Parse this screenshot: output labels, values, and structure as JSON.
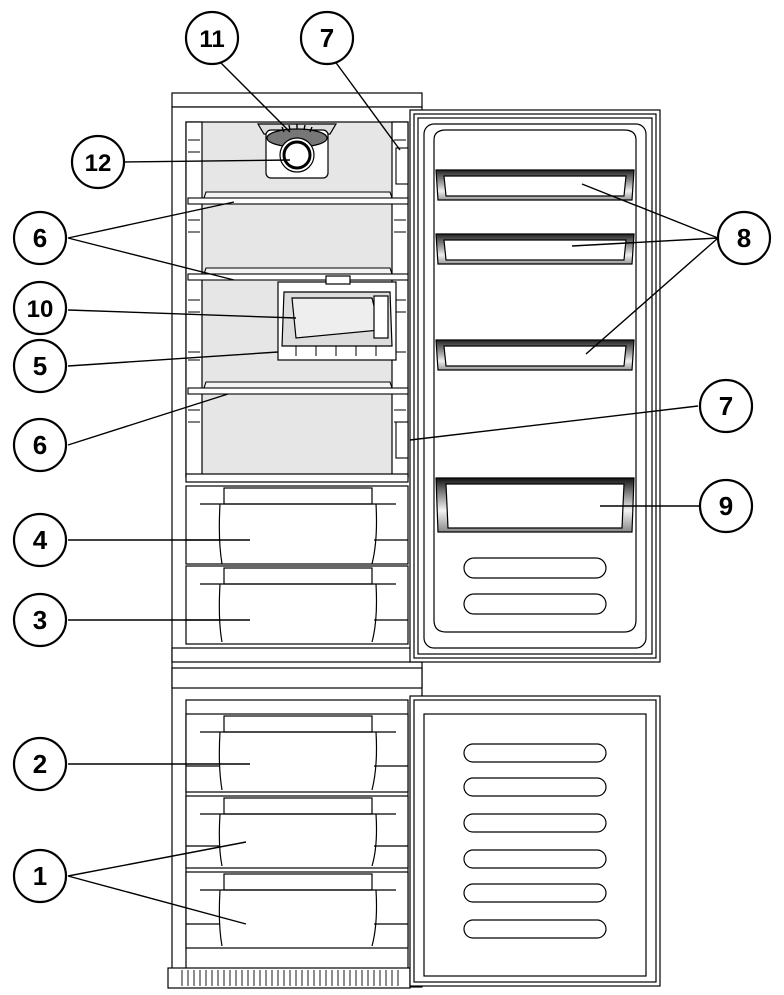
{
  "callouts": [
    {
      "id": "c1",
      "label": "1"
    },
    {
      "id": "c2",
      "label": "2"
    },
    {
      "id": "c3",
      "label": "3"
    },
    {
      "id": "c4",
      "label": "4"
    },
    {
      "id": "c5",
      "label": "5"
    },
    {
      "id": "c6a",
      "label": "6"
    },
    {
      "id": "c6b",
      "label": "6"
    },
    {
      "id": "c7a",
      "label": "7"
    },
    {
      "id": "c7b",
      "label": "7"
    },
    {
      "id": "c8",
      "label": "8"
    },
    {
      "id": "c9",
      "label": "9"
    },
    {
      "id": "c10",
      "label": "10"
    },
    {
      "id": "c11",
      "label": "11"
    },
    {
      "id": "c12",
      "label": "12"
    }
  ],
  "colors": {
    "line": "#000000",
    "fill_interior": "#e6e6e6",
    "fill_shelf": "#f2f2f2",
    "background": "#ffffff"
  }
}
